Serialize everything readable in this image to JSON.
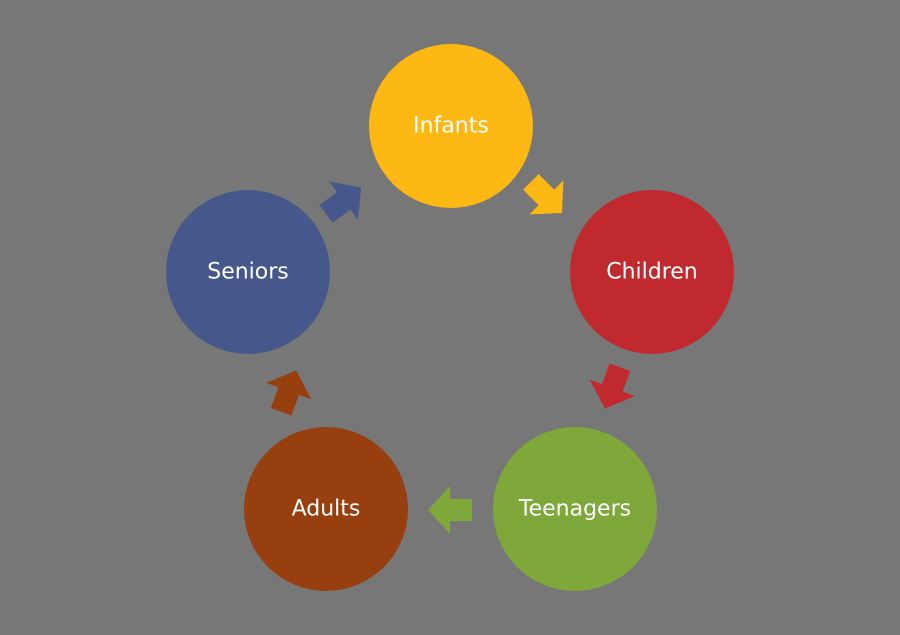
{
  "diagram": {
    "background_color": "#777777",
    "nodes": [
      {
        "id": "infants",
        "label": "Infants",
        "color": "#FDB813"
      },
      {
        "id": "children",
        "label": "Children",
        "color": "#C0292D"
      },
      {
        "id": "teenagers",
        "label": "Teenagers",
        "color": "#7FA83A"
      },
      {
        "id": "adults",
        "label": "Adults",
        "color": "#973F0E"
      },
      {
        "id": "seniors",
        "label": "Seniors",
        "color": "#46588B"
      }
    ],
    "arrows": [
      {
        "from": "infants",
        "to": "children",
        "color": "#FDB813"
      },
      {
        "from": "children",
        "to": "teenagers",
        "color": "#C0292D"
      },
      {
        "from": "teenagers",
        "to": "adults",
        "color": "#7FA83A"
      },
      {
        "from": "adults",
        "to": "seniors",
        "color": "#973F0E"
      },
      {
        "from": "seniors",
        "to": "infants",
        "color": "#46588B"
      }
    ]
  }
}
